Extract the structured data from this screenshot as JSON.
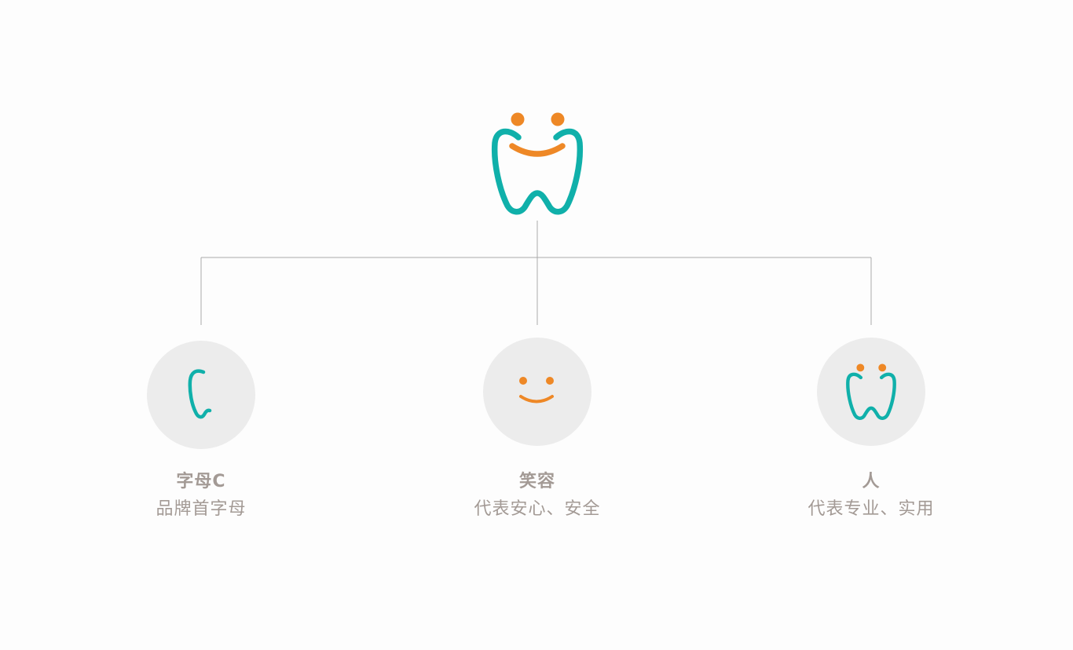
{
  "colors": {
    "teal": "#10b0aa",
    "orange": "#ee8826",
    "circle_bg": "#ececec",
    "line": "#aaaaaa",
    "text": "#a39a95"
  },
  "logo": {
    "icon": "tooth-smile-logo-icon"
  },
  "items": [
    {
      "title": "字母C",
      "description": "品牌首字母",
      "icon": "letter-c-icon"
    },
    {
      "title": "笑容",
      "description": "代表安心、安全",
      "icon": "smile-icon"
    },
    {
      "title": "人",
      "description": "代表专业、实用",
      "icon": "tooth-people-icon"
    }
  ]
}
